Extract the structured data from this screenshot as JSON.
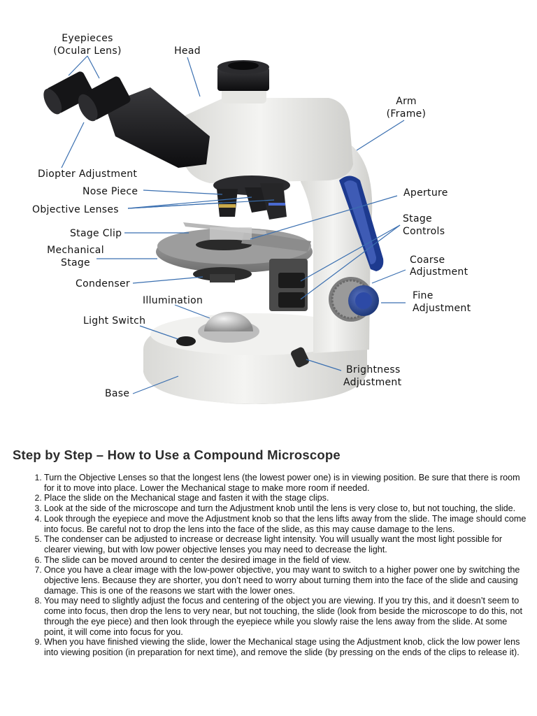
{
  "diagram": {
    "labels": {
      "eyepieces": "Eyepieces",
      "ocular": "(Ocular Lens)",
      "head": "Head",
      "arm": "Arm",
      "frame": "(Frame)",
      "diopter": "Diopter Adjustment",
      "nose_piece": "Nose Piece",
      "objective_lenses": "Objective Lenses",
      "aperture": "Aperture",
      "stage_clip": "Stage Clip",
      "stage_controls_1": "Stage",
      "stage_controls_2": "Controls",
      "mechanical_1": "Mechanical",
      "mechanical_2": "Stage",
      "coarse_1": "Coarse",
      "coarse_2": "Adjustment",
      "condenser": "Condenser",
      "fine_1": "Fine",
      "fine_2": "Adjustment",
      "illumination": "Illumination",
      "light_switch": "Light Switch",
      "brightness_1": "Brightness",
      "brightness_2": "Adjustment",
      "base": "Base"
    },
    "colors": {
      "body": "#eeeeec",
      "black": "#1c1c1e",
      "accent_blue": "#1d3a8f",
      "leader": "#3a6fb0",
      "stage_gray": "#8a8a8a"
    }
  },
  "article": {
    "title": "Step by Step – How to Use a Compound Microscope",
    "steps": [
      "Turn the Objective Lenses so that the longest lens (the lowest power one) is in viewing position. Be sure that there is room for it to move into place. Lower the Mechanical stage to make more room if needed.",
      "Place the slide on the Mechanical stage and fasten it with the stage clips.",
      "Look at the side of the microscope and turn the Adjustment knob until the lens is very close to, but not touching, the slide.",
      "Look through the eyepiece and move the Adjustment knob so that the lens lifts away from the slide. The image should come into focus. Be careful not to drop the lens into the face of the slide, as this may cause damage to the lens.",
      "The condenser can be adjusted to increase or decrease light intensity. You will usually want the most light possible for clearer viewing, but with low power objective lenses you may need to decrease the light.",
      "The slide can be moved around to center the desired image in the field of view.",
      "Once you have a clear image with the low-power objective, you may want to switch to a higher power one by switching the objective lens. Because they are shorter, you don’t need to worry about turning them into the face of the slide and causing damage. This is one of the reasons we start with the lower ones.",
      "You may need to slightly adjust the focus and centering of the object you are viewing. If you try this, and it doesn’t seem to come into focus, then drop the lens to very near, but not touching, the slide (look from beside the microscope to do this, not through the eye piece) and then look through the eyepiece while you slowly raise the lens away from the slide. At some point, it will come into focus for you.",
      "When you have finished viewing the slide, lower the Mechanical stage using the Adjustment knob, click the low power lens into viewing position (in preparation for next time), and remove the slide (by pressing on the ends of the clips to release it)."
    ]
  }
}
